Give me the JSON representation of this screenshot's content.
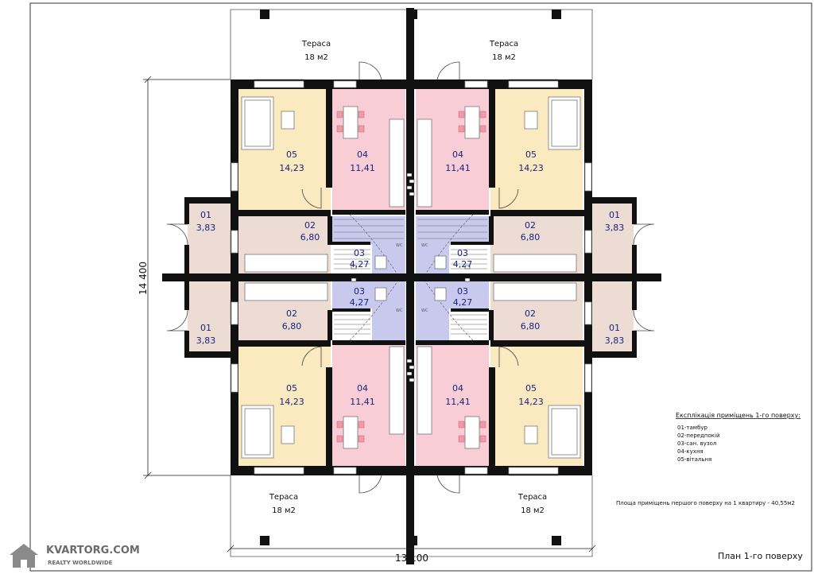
{
  "title": "План 1-го поверху",
  "dimensions": {
    "width": "13 100",
    "height": "14 400"
  },
  "terraces": [
    {
      "label": "Тераса",
      "area": "18 м2"
    },
    {
      "label": "Тераса",
      "area": "18 м2"
    },
    {
      "label": "Тераса",
      "area": "18 м2"
    },
    {
      "label": "Тераса",
      "area": "18 м2"
    }
  ],
  "rooms": {
    "r05": {
      "num": "05",
      "area": "14,23"
    },
    "r04": {
      "num": "04",
      "area": "11,41"
    },
    "r02": {
      "num": "02",
      "area": "6,80"
    },
    "r01": {
      "num": "01",
      "area": "3,83"
    },
    "r03": {
      "num": "03",
      "area": "4,27"
    }
  },
  "fixtures": {
    "wc": "WC"
  },
  "legend": {
    "title": "Експлікація приміщень 1-го поверху:",
    "items": [
      "01-тамбур",
      "02-передпокій",
      "03-сан. вузол",
      "04-кухня",
      "05-вітальня"
    ]
  },
  "area_note": "Площа приміщень першого поверху на 1 квартиру - 40,55м2",
  "watermark": {
    "main": "KVARTORG.COM",
    "sub": "REALTY WORLDWIDE"
  },
  "colors": {
    "living": "#fbe9c0",
    "kitchen": "#f8cdd6",
    "hall": "#ecdcd4",
    "bath": "#c9c9ee",
    "wall": "#111111"
  }
}
